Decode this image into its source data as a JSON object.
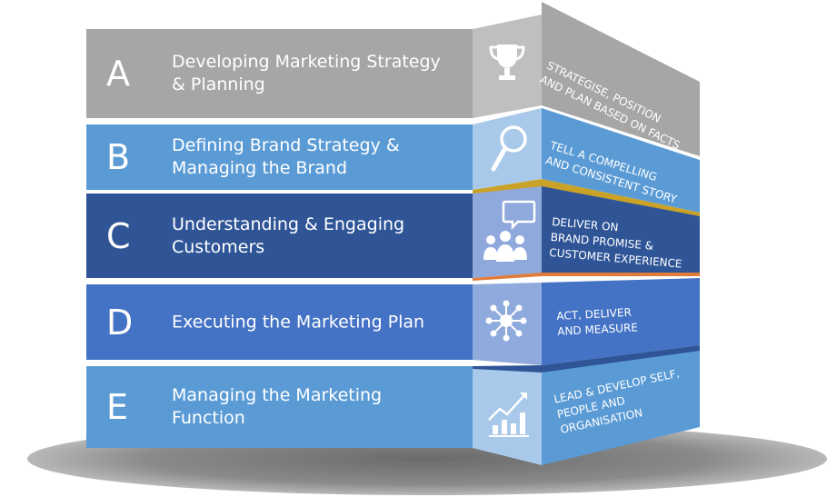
{
  "rows": [
    {
      "letter": "A",
      "title_line1": "Developing Marketing Strategy",
      "title_line2": "& Planning",
      "icon": "trophy-icon",
      "side_lines": [
        "STRATEGISE, POSITION",
        "AND PLAN BASED ON FACTS"
      ],
      "color": "#a6a6a6"
    },
    {
      "letter": "B",
      "title_line1": "Defining Brand Strategy &",
      "title_line2": "Managing the Brand",
      "icon": "magnifier-icon",
      "side_lines": [
        "TELL A COMPELLING",
        "AND CONSISTENT STORY"
      ],
      "color": "#5b9bd5"
    },
    {
      "letter": "C",
      "title_line1": "Understanding & Engaging",
      "title_line2": "Customers",
      "icon": "customers-chat-icon",
      "side_lines": [
        "DELIVER ON",
        "BRAND PROMISE &",
        "CUSTOMER EXPERIENCE"
      ],
      "color": "#2f5597"
    },
    {
      "letter": "D",
      "title_line1": "Executing the Marketing Plan",
      "title_line2": "",
      "icon": "network-hub-icon",
      "side_lines": [
        "ACT, DELIVER",
        "AND MEASURE"
      ],
      "color": "#4472c4"
    },
    {
      "letter": "E",
      "title_line1": "Managing the Marketing",
      "title_line2": "Function",
      "icon": "growth-chart-icon",
      "side_lines": [
        "LEAD & DEVELOP SELF,",
        "PEOPLE AND",
        "ORGANISATION"
      ],
      "color": "#5b9bd5"
    }
  ]
}
